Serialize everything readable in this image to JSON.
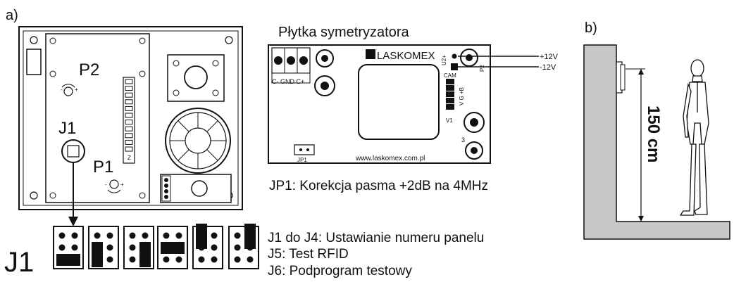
{
  "labels": {
    "part_a": "a)",
    "part_b": "b)",
    "p1": "P1",
    "p2": "P2",
    "j1": "J1",
    "j1_big": "J1",
    "board_title": "Płytka symetryzatora",
    "brand": "LASKOMEX",
    "website": "www.laskomex.com.pl",
    "pin_labels": "C- GND C+",
    "jp1": "JP1",
    "v1": "V1",
    "num3": "3",
    "cam": "CAM",
    "u2_plus": "U2+",
    "p2_board": "P2",
    "vg_label": "V G +B",
    "z_label": "Z",
    "plus12": "+12V",
    "minus12": "-12V",
    "height": "150 cm"
  },
  "legend": {
    "jp1_line": "JP1: Korekcja pasma +2dB na 4MHz",
    "line1": "J1 do J4: Ustawianie numeru panelu",
    "line2": "J5: Test RFID",
    "line3": "J6: Podprogram testowy"
  },
  "colors": {
    "ink": "#111111",
    "wall": "#c8c8c8",
    "board": "#ffffff"
  }
}
